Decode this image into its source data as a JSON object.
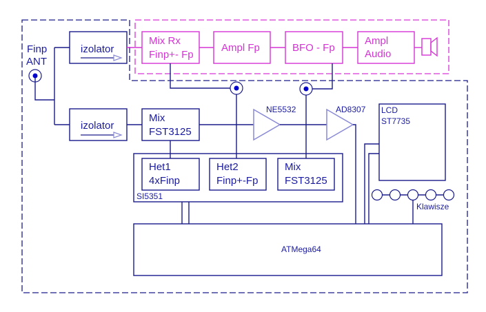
{
  "diagram": {
    "type": "block-diagram",
    "colors": {
      "digital": "#1a1a8c",
      "rx_chain": "#d633d6",
      "amplifier": "#8a8ad6"
    },
    "antenna": {
      "line1": "Finp",
      "line2": "ANT"
    },
    "izolator_top": {
      "label": "izolator"
    },
    "izolator_bottom": {
      "label": "izolator"
    },
    "rx_chain": {
      "mix_rx": {
        "line1": "Mix Rx",
        "line2": "Finp+- Fp"
      },
      "ampl_fp": {
        "label": "Ampl Fp"
      },
      "bfo": {
        "label": "BFO - Fp"
      },
      "ampl_audio": {
        "line1": "Ampl",
        "line2": "Audio"
      }
    },
    "mix_fst": {
      "line1": "Mix",
      "line2": "FST3125"
    },
    "ne5532": {
      "label": "NE5532"
    },
    "ad8307": {
      "label": "AD8307"
    },
    "si5351": {
      "label": "SI5351",
      "het1": {
        "line1": "Het1",
        "line2": "4xFinp"
      },
      "het2": {
        "line1": "Het2",
        "line2": "Finp+-Fp"
      },
      "mix": {
        "line1": "Mix",
        "line2": "FST3125"
      }
    },
    "lcd": {
      "line1": "LCD",
      "line2": "ST7735"
    },
    "keys": {
      "label": "Klawisze",
      "count": 5
    },
    "mcu": {
      "label": "ATMega64"
    }
  }
}
